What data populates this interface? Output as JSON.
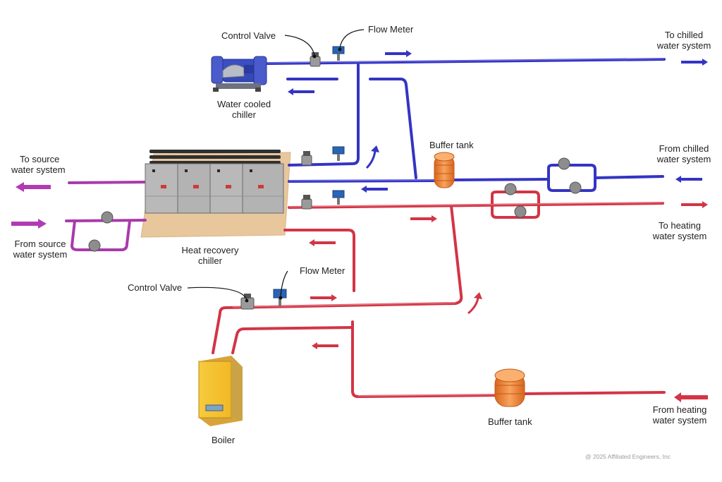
{
  "labels": {
    "control_valve_top": "Control Valve",
    "flow_meter_top": "Flow Meter",
    "to_chilled_1": "To chilled",
    "to_chilled_2": "water system",
    "chiller_1": "Water cooled",
    "chiller_2": "chiller",
    "buffer_tank_top": "Buffer tank",
    "from_chilled_1": "From chilled",
    "from_chilled_2": "water system",
    "to_source_1": "To source",
    "to_source_2": "water system",
    "from_source_1": "From source",
    "from_source_2": "water system",
    "to_heating_1": "To heating",
    "to_heating_2": "water system",
    "hrc_1": "Heat recovery",
    "hrc_2": "chiller",
    "control_valve_bottom": "Control Valve",
    "flow_meter_bottom": "Flow Meter",
    "boiler": "Boiler",
    "buffer_tank_bottom": "Buffer tank",
    "from_heating_1": "From heating",
    "from_heating_2": "water system",
    "copyright": "@ 2025 Affiliated Engineers, Inc"
  },
  "colors": {
    "chilled_pipe": "#3b3bc8",
    "heating_pipe": "#d63a4a",
    "source_pipe": "#b23ab3",
    "tank": "#f08a3c",
    "boiler": "#f4c232",
    "pad": "#e9c9a0"
  }
}
